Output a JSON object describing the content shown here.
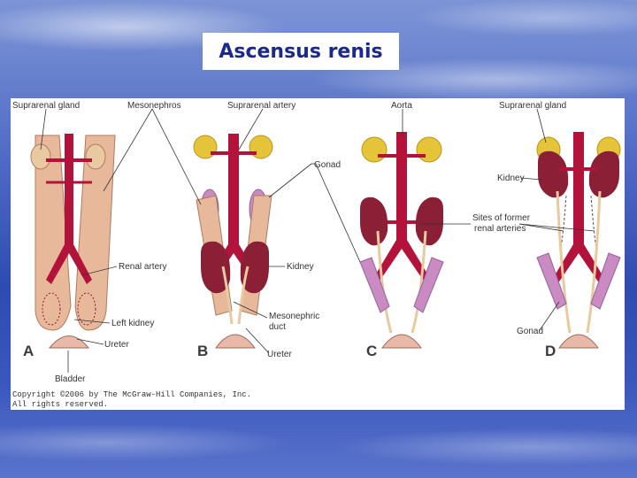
{
  "slide": {
    "title": "Ascensus renis"
  },
  "figure": {
    "labels": {
      "suprarenal_gland_a": "Suprarenal gland",
      "mesonephros": "Mesonephros",
      "suprarenal_artery": "Suprarenal artery",
      "aorta": "Aorta",
      "suprarenal_gland_d": "Suprarenal gland",
      "gonad_b": "Gonad",
      "kidney_d": "Kidney",
      "sites_former_1": "Sites of former",
      "sites_former_2": "renal arteries",
      "renal_artery": "Renal artery",
      "kidney_b": "Kidney",
      "left_kidney": "Left kidney",
      "mesonephric_duct_1": "Mesonephric",
      "mesonephric_duct_2": "duct",
      "ureter_a": "Ureter",
      "ureter_b": "Ureter",
      "gonad_d": "Gonad",
      "bladder": "Bladder"
    },
    "panels": [
      "A",
      "B",
      "C",
      "D"
    ],
    "copyright_1": "Copyright ©2006 by The McGraw-Hill Companies, Inc.",
    "copyright_2": "All rights reserved."
  },
  "colors": {
    "artery": "#b3123a",
    "suprarenal": "#e6c43a",
    "kidney": "#8a1f35",
    "mesonephros": "#e8b89a",
    "gonad": "#c98bc2",
    "bladder": "#e8b8a8"
  }
}
